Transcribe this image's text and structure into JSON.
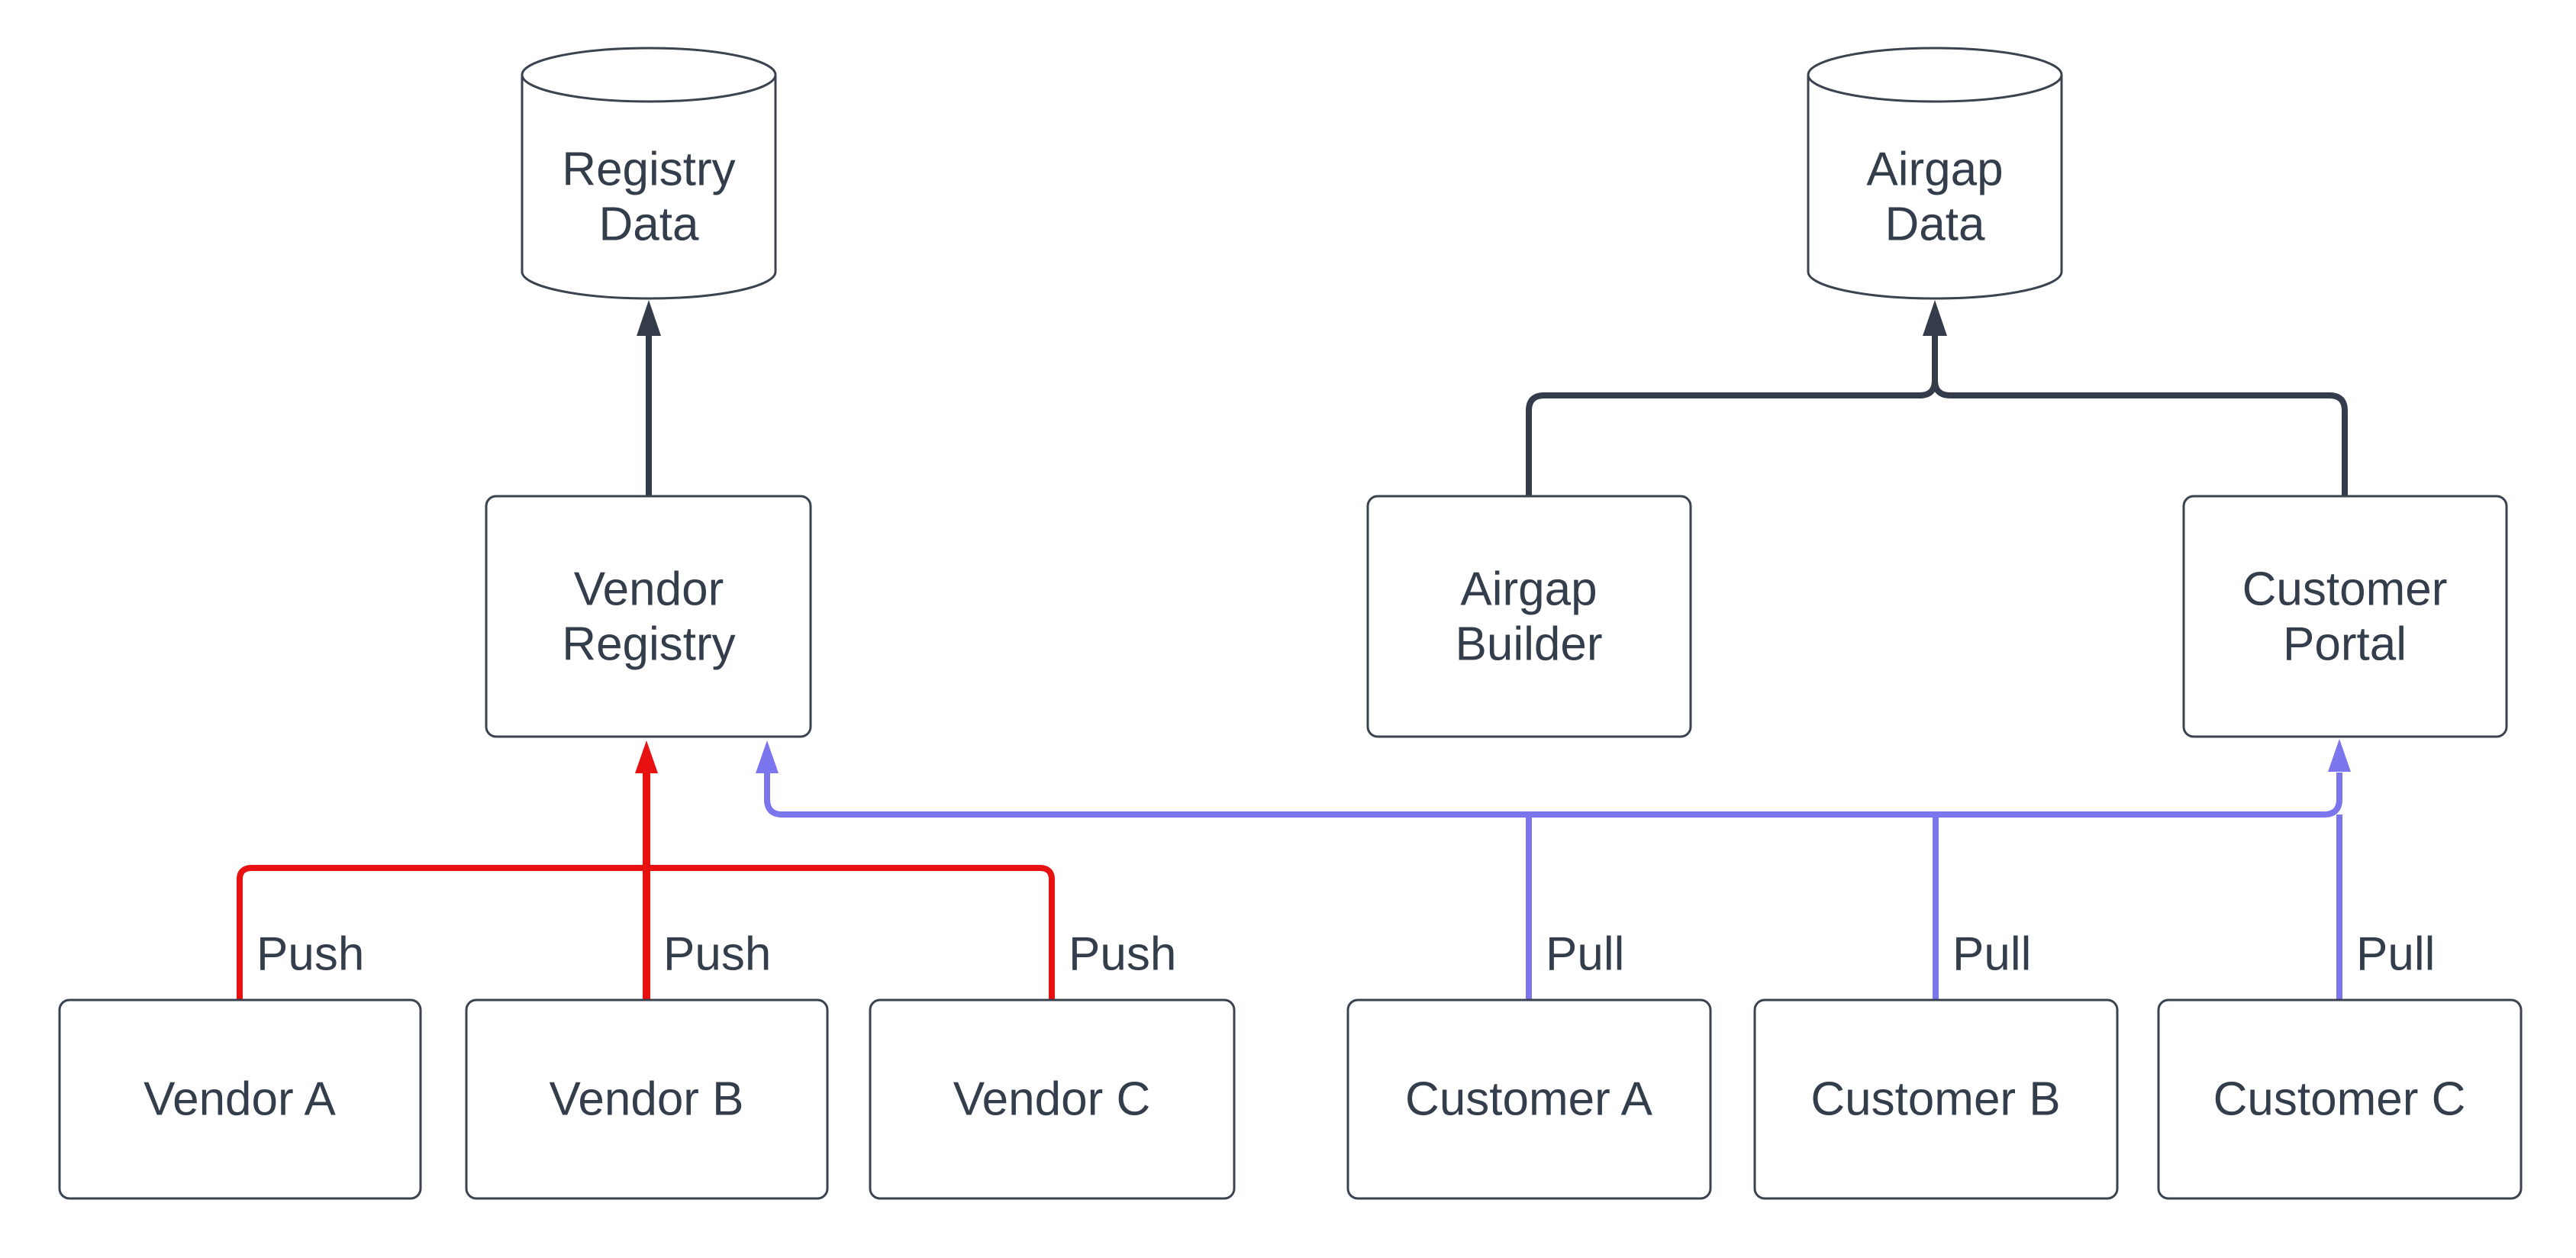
{
  "diagram": {
    "background": "#ffffff",
    "colors": {
      "push_edge": "#e71111",
      "pull_edge": "#7b75ee",
      "flow_edge": "#343c4b",
      "node_border": "#3b4350",
      "text": "#343d4b"
    },
    "datastores": [
      {
        "name": "registry-data",
        "lines": [
          "Registry",
          "Data"
        ]
      },
      {
        "name": "airgap-data",
        "lines": [
          "Airgap",
          "Data"
        ]
      }
    ],
    "services": [
      {
        "name": "vendor-registry",
        "lines": [
          "Vendor",
          "Registry"
        ]
      },
      {
        "name": "airgap-builder",
        "lines": [
          "Airgap",
          "Builder"
        ]
      },
      {
        "name": "customer-portal",
        "lines": [
          "Customer",
          "Portal"
        ]
      }
    ],
    "vendors": [
      {
        "label": "Vendor A"
      },
      {
        "label": "Vendor B"
      },
      {
        "label": "Vendor C"
      }
    ],
    "customers": [
      {
        "label": "Customer A"
      },
      {
        "label": "Customer B"
      },
      {
        "label": "Customer C"
      }
    ],
    "edge_labels": {
      "push": "Push",
      "pull": "Pull"
    }
  }
}
